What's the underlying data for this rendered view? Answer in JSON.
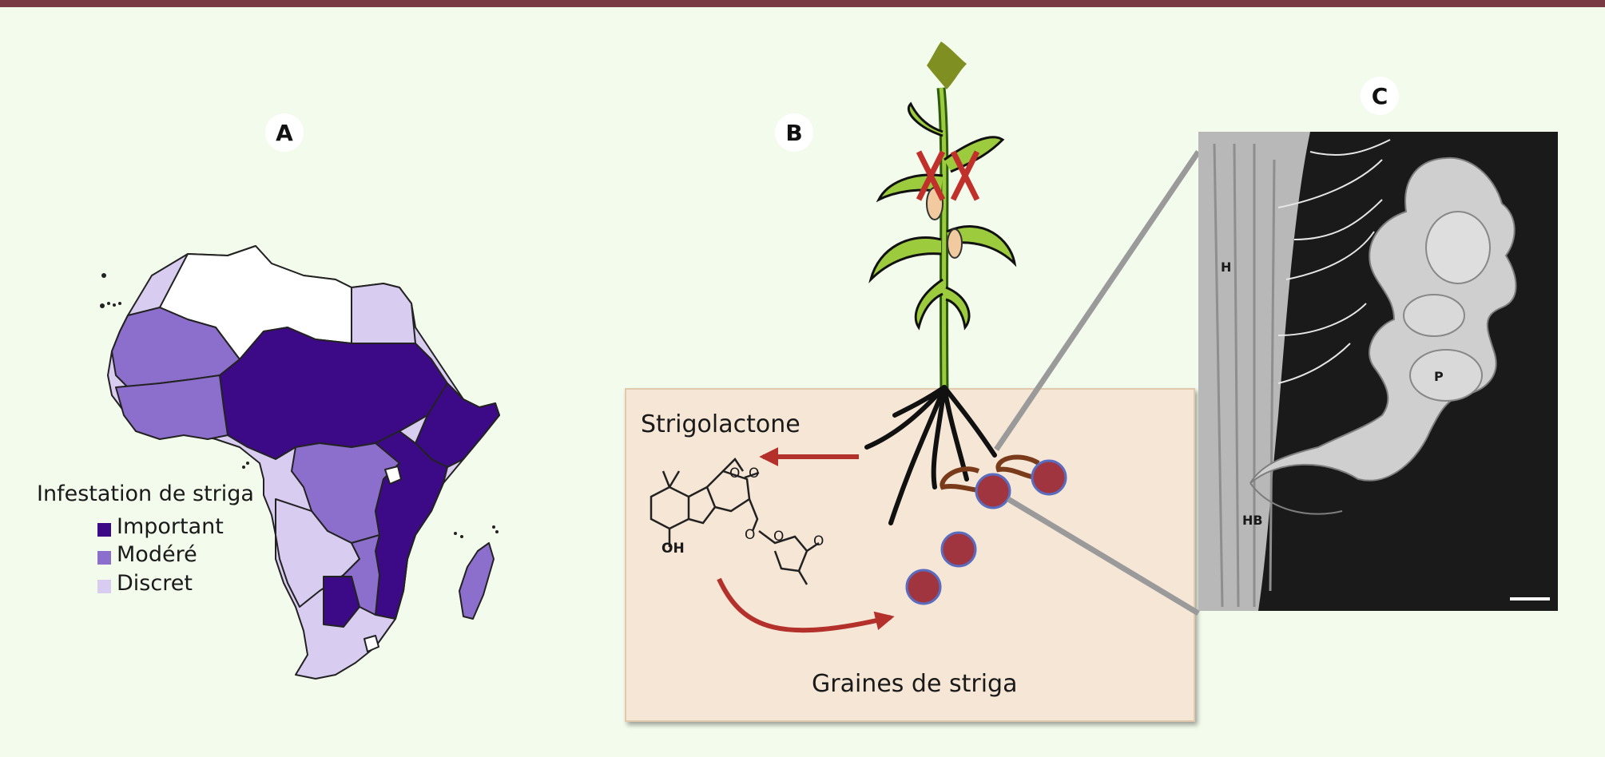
{
  "panels": {
    "a": "A",
    "b": "B",
    "c": "C"
  },
  "map": {
    "legend_title": "Infestation de striga",
    "legend": [
      {
        "label": "Important",
        "color": "#3d0a87"
      },
      {
        "label": "Modéré",
        "color": "#8c6fcc"
      },
      {
        "label": "Discret",
        "color": "#d8cdf0"
      }
    ]
  },
  "scheme": {
    "strigolactone_label": "Strigolactone",
    "seeds_label": "Graines de striga",
    "molecule_labels": {
      "oh": "OH",
      "o1": "O",
      "o2": "O",
      "o3": "O",
      "o4": "O",
      "o5": "O"
    }
  },
  "micrograph": {
    "labels": {
      "h": "H",
      "p": "P",
      "hb": "HB"
    }
  }
}
